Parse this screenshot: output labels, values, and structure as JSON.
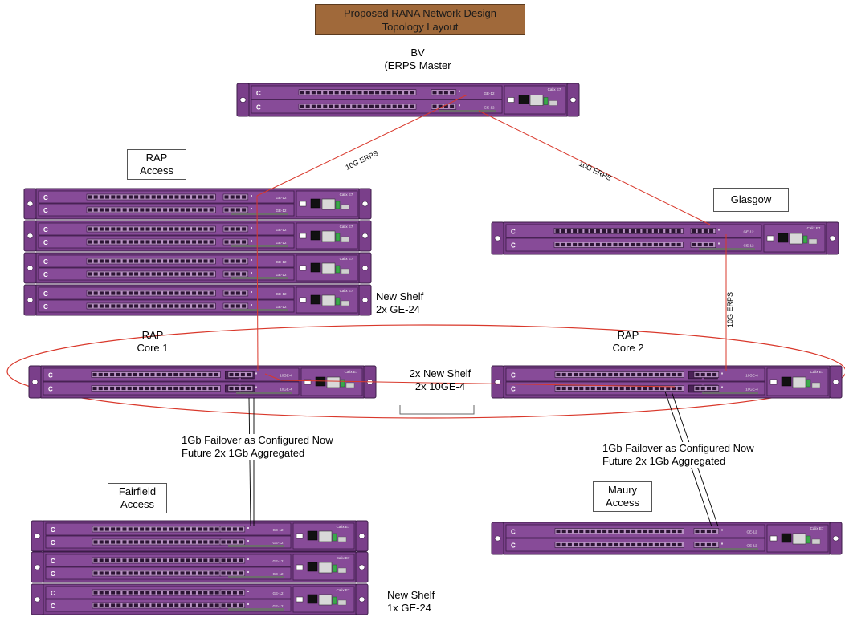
{
  "title": {
    "line1": "Proposed RANA Network Design",
    "line2": "Topology Layout"
  },
  "sites": {
    "bv": {
      "line1": "BV",
      "line2": "(ERPS Master"
    },
    "rap_access": {
      "line1": "RAP",
      "line2": "Access"
    },
    "glasgow": {
      "line1": "Glasgow"
    },
    "rap_core1": {
      "line1": "RAP",
      "line2": "Core 1"
    },
    "rap_core2": {
      "line1": "RAP",
      "line2": "Core 2"
    },
    "fairfield": {
      "line1": "Fairfield",
      "line2": "Access"
    },
    "maury": {
      "line1": "Maury",
      "line2": "Access"
    }
  },
  "notes": {
    "new_shelf_ge24_2x": {
      "line1": "New Shelf",
      "line2": "2x GE-24"
    },
    "new_shelf_10ge": {
      "line1": "2x New Shelf",
      "line2": "2x 10GE-4"
    },
    "new_shelf_ge24_1x": {
      "line1": "New Shelf",
      "line2": "1x GE-24"
    },
    "failover_left": {
      "line1": "1Gb Failover as Configured Now",
      "line2": "Future 2x 1Gb Aggregated"
    },
    "failover_right": {
      "line1": "1Gb Failover as Configured Now",
      "line2": "Future 2x 1Gb Aggregated"
    }
  },
  "links": {
    "bv_rap": "10G ERPS",
    "bv_glasgow": "10G ERPS",
    "glasgow_core2": "10G ERPS"
  },
  "card_labels": {
    "ge": "GE-12",
    "tenge": "10GE-4",
    "ctrl": "Calix E7"
  },
  "colors": {
    "chassis": "#7a3f8a",
    "chassis_dark": "#3c1c48",
    "ring": "#d9382b",
    "link": "#d9382b",
    "title_bg": "#a0693a"
  }
}
